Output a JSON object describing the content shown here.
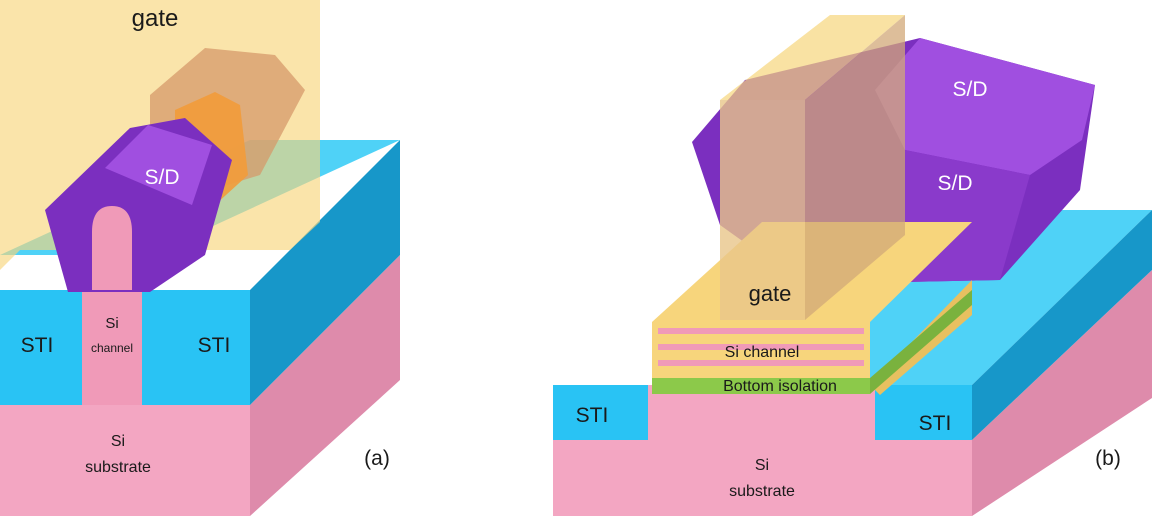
{
  "panel_a": {
    "labels": {
      "gate": "gate",
      "sd": "S/D",
      "sti_left": "STI",
      "sti_right": "STI",
      "si_channel_1": "Si",
      "si_channel_2": "channel",
      "substrate_1": "Si",
      "substrate_2": "substrate",
      "tag": "(a)"
    }
  },
  "panel_b": {
    "labels": {
      "sd_top": "S/D",
      "sd_front": "S/D",
      "gate": "gate",
      "si_channel": "Si channel",
      "bottom_isolation": "Bottom isolation",
      "sti_left": "STI",
      "sti_right": "STI",
      "substrate_1": "Si",
      "substrate_2": "substrate",
      "tag": "(b)"
    }
  },
  "colors": {
    "substrate_front": "#f3a6c2",
    "substrate_side": "#de8bab",
    "sti_front": "#29c3f4",
    "sti_top": "#4fd2f7",
    "sti_side": "#1797c9",
    "gate": "#f7d57c",
    "sd_purple": "#7b2fbf",
    "sd_face": "#a04fe0",
    "orange": "#f29b3a",
    "green": "#8cc94a",
    "channel_pink": "#f09ab8"
  }
}
